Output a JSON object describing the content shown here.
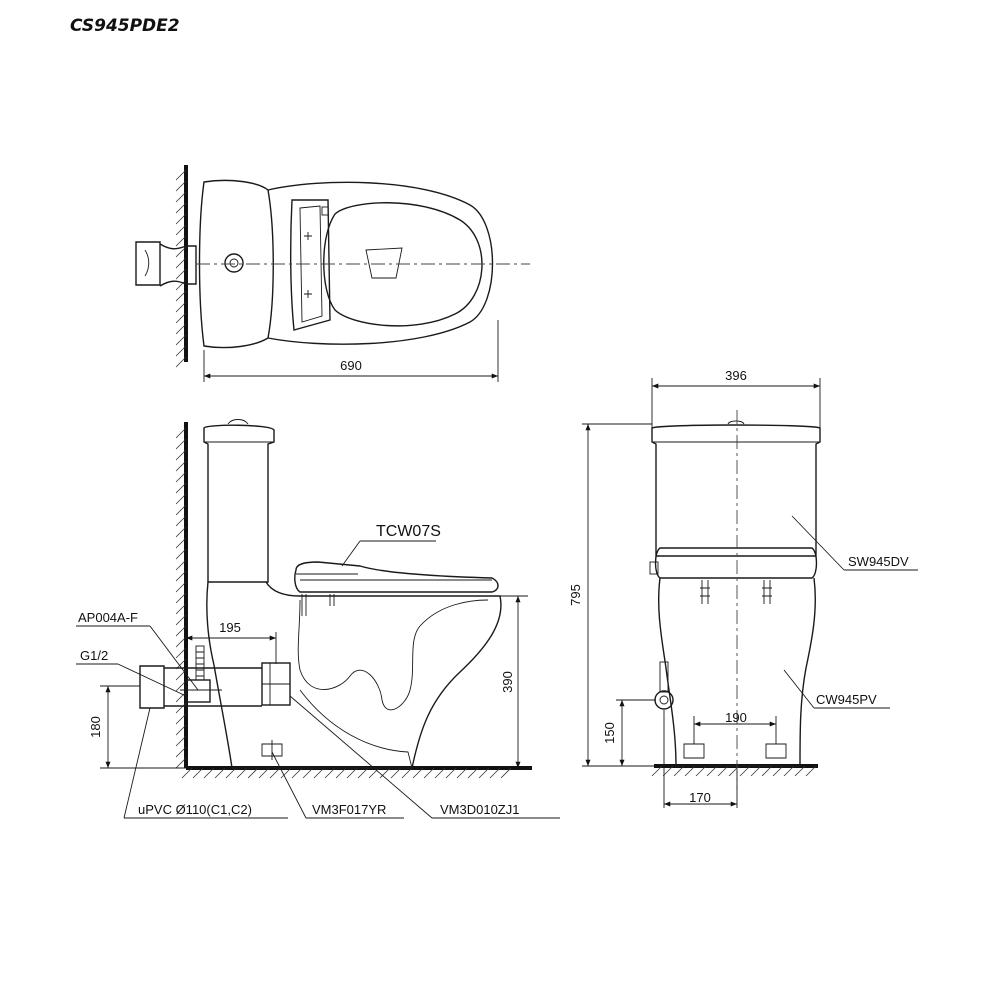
{
  "title": "CS945PDE2",
  "dimensions": {
    "top_length": "690",
    "tank_width": "396",
    "total_height": "795",
    "pipe_offset": "195",
    "outlet_height": "390",
    "supply_height_side": "180",
    "supply_height_front": "150",
    "bolt_spacing": "190",
    "supply_offset": "170"
  },
  "labels": {
    "seat": "TCW07S",
    "valve": "AP004A-F",
    "thread": "G1/2",
    "pipe": "uPVC Ø110(C1,C2)",
    "part_a": "VM3F017YR",
    "part_b": "VM3D010ZJ1",
    "tank": "SW945DV",
    "bowl": "CW945PV"
  }
}
